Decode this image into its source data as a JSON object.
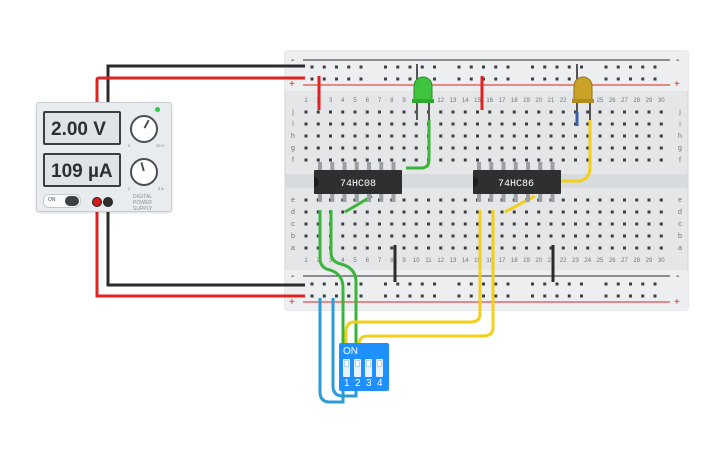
{
  "power_supply": {
    "voltage_display": "2.00 V",
    "current_display": "109 µA",
    "on_label": "ON",
    "brand_label": "DIGITAL POWER SUPPLY",
    "voltage_max_label": "30 V",
    "current_max_label": "5 A",
    "knob_zero_label": "0"
  },
  "breadboard": {
    "column_numbers": [
      "1",
      "2",
      "3",
      "4",
      "5",
      "6",
      "7",
      "8",
      "9",
      "10",
      "11",
      "12",
      "13",
      "14",
      "15",
      "16",
      "17",
      "18",
      "19",
      "20",
      "21",
      "22",
      "23",
      "24",
      "25",
      "26",
      "27",
      "28",
      "29",
      "30"
    ],
    "top_row_letters": [
      "j",
      "i",
      "h",
      "g",
      "f"
    ],
    "bottom_row_letters": [
      "e",
      "d",
      "c",
      "b",
      "a"
    ],
    "rail_plus": "+",
    "rail_minus": "-"
  },
  "chips": [
    {
      "label": "74HC08"
    },
    {
      "label": "74HC86"
    }
  ],
  "leds": [
    {
      "color": "green"
    },
    {
      "color": "yellow"
    }
  ],
  "dip_switch": {
    "on_label": "ON",
    "switch_numbers": [
      "1",
      "2",
      "3",
      "4"
    ]
  },
  "colors": {
    "wire_red": "#e02222",
    "wire_black": "#2b2b2b",
    "wire_green": "#3cb43c",
    "wire_yellow": "#f2cf1a",
    "wire_blue": "#2e9bd6",
    "led_green": "#3ec43e",
    "led_yellow": "#c9a227",
    "dip_blue": "#1e90ff"
  }
}
